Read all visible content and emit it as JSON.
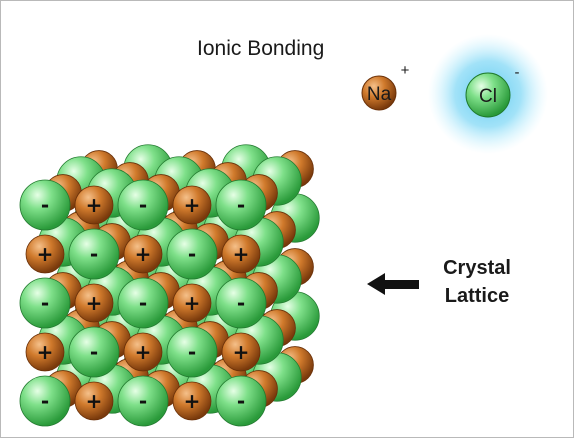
{
  "title": "Ionic Bonding",
  "sodium_ion": {
    "symbol": "Na",
    "charge": "+"
  },
  "chloride_ion": {
    "symbol": "Cl",
    "charge": "-"
  },
  "lattice_label": {
    "line1": "Crystal",
    "line2": "Lattice"
  },
  "cation_sign": "+",
  "anion_sign": "-",
  "colors": {
    "sodium": "#c8732a",
    "chloride": "#5fd36c",
    "chloride_glow": "#58c8f0",
    "arrow": "#111111"
  },
  "icons": {
    "arrow": "arrow-left-icon"
  }
}
